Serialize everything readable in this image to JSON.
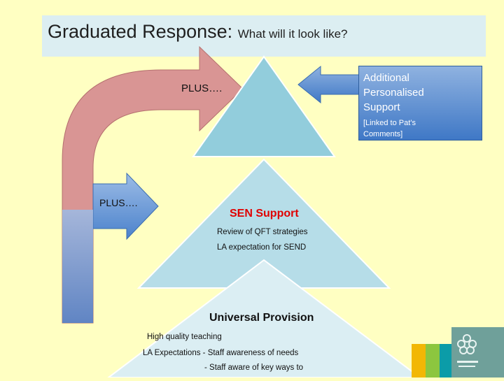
{
  "title": {
    "main": "Graduated Response: ",
    "sub": "What will it look like?"
  },
  "labels": {
    "plus_top": "PLUS….",
    "plus_left": "PLUS…."
  },
  "additional_box": {
    "title_lines": [
      "Additional",
      "Personalised",
      "Support"
    ],
    "subtitle_lines": [
      "[Linked to Pat’s",
      "Comments]"
    ]
  },
  "sen_support": {
    "title": "SEN Support",
    "lines": [
      "Review of QFT strategies",
      "LA expectation for SEND"
    ]
  },
  "universal": {
    "title": "Universal Provision",
    "lines": [
      "High quality teaching",
      "LA Expectations  - Staff awareness of needs",
      "- Staff aware of key ways to"
    ]
  },
  "colors": {
    "background": "#ffffc2",
    "title_bar": "#dceef2",
    "red_arrow": "#d99594",
    "blue_arrow": "#5b8ed6",
    "triangle_top": "#92cddc",
    "triangle_mid": "#b6dde8",
    "triangle_bottom": "#dbeef3",
    "sen_title": "#e00000"
  },
  "logo": {
    "strip_colors": [
      "#f2b705",
      "#8cc63f",
      "#0b9ca8",
      "#7a2a8a",
      "#c71a6b"
    ]
  }
}
